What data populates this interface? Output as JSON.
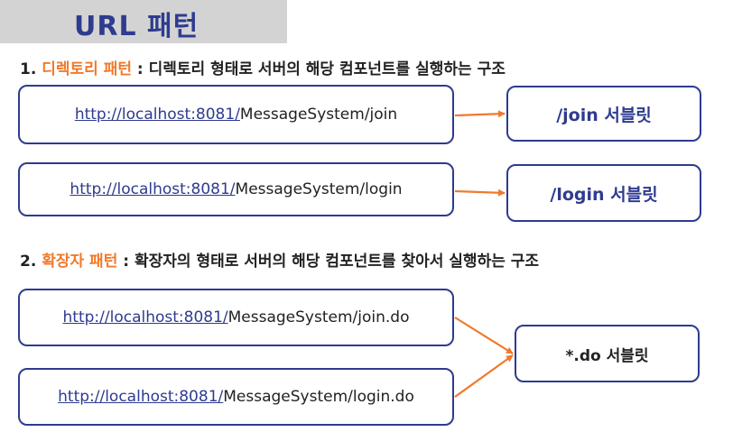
{
  "title": "URL 패턴",
  "section1": {
    "number": "1. ",
    "highlight": "디렉토리 패턴",
    "rest": " : 디렉토리 형태로 서버의 해당 컴포넌트를 실행하는 구조",
    "rows": [
      {
        "link": "http://localhost:8081/",
        "path": "MessageSystem/join",
        "target": "/join 서블릿"
      },
      {
        "link": "http://localhost:8081/",
        "path": "MessageSystem/login",
        "target": "/login 서블릿"
      }
    ]
  },
  "section2": {
    "number": "2. ",
    "highlight": "확장자 패턴",
    "rest": " : 확장자의 형태로 서버의 해당 컴포넌트를 찾아서 실행하는 구조",
    "rows": [
      {
        "link": "http://localhost:8081/",
        "path": "MessageSystem/join.do"
      },
      {
        "link": "http://localhost:8081/",
        "path": "MessageSystem/login.do"
      }
    ],
    "target": "*.do 서블릿"
  },
  "colors": {
    "accent": "#f07a2c",
    "navy": "#2e3b8f",
    "title_bg": "#d3d3d3"
  }
}
